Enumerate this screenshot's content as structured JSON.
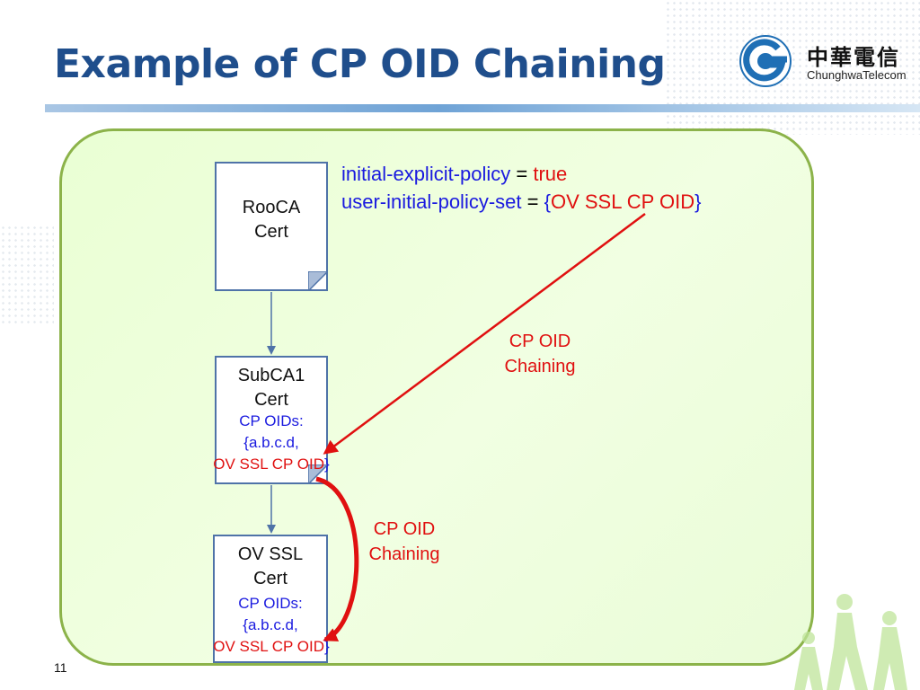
{
  "slide": {
    "title": "Example of CP OID Chaining",
    "page_number": "11"
  },
  "logo": {
    "chinese_name": "中華電信",
    "english_name": "ChunghwaTelecom"
  },
  "policy": {
    "line1_key": "initial-explicit-policy",
    "line1_eq": " = ",
    "line1_value": "true",
    "line2_key": "user-initial-policy-set",
    "line2_eq": " = ",
    "line2_open": "{",
    "line2_value": "OV SSL CP OID",
    "line2_close": "}"
  },
  "certs": {
    "root": {
      "line1": "RooCA",
      "line2": "Cert"
    },
    "subca": {
      "line1": "SubCA1",
      "line2": "Cert",
      "oids_label": "CP OIDs:",
      "oid1": "{a.b.c.d,",
      "oid2": "OV SSL CP OID",
      "close": "}"
    },
    "ovssl": {
      "line1": "OV SSL",
      "line2": "Cert",
      "oids_label": "CP OIDs:",
      "oid1": "{a.b.c.d,",
      "oid2": "OV SSL CP OID",
      "close": "}"
    }
  },
  "chain_labels": {
    "upper": {
      "line1": "CP OID",
      "line2": "Chaining"
    },
    "lower": {
      "line1": "CP OID",
      "line2": "Chaining"
    }
  },
  "colors": {
    "title": "#1f4e8c",
    "panel_border": "#8cb34a",
    "panel_fill": "#eaffd4",
    "card_border": "#4f73a8",
    "oid_blue": "#1a1adf",
    "oid_red": "#e01010",
    "arrow_red": "#e01010"
  }
}
